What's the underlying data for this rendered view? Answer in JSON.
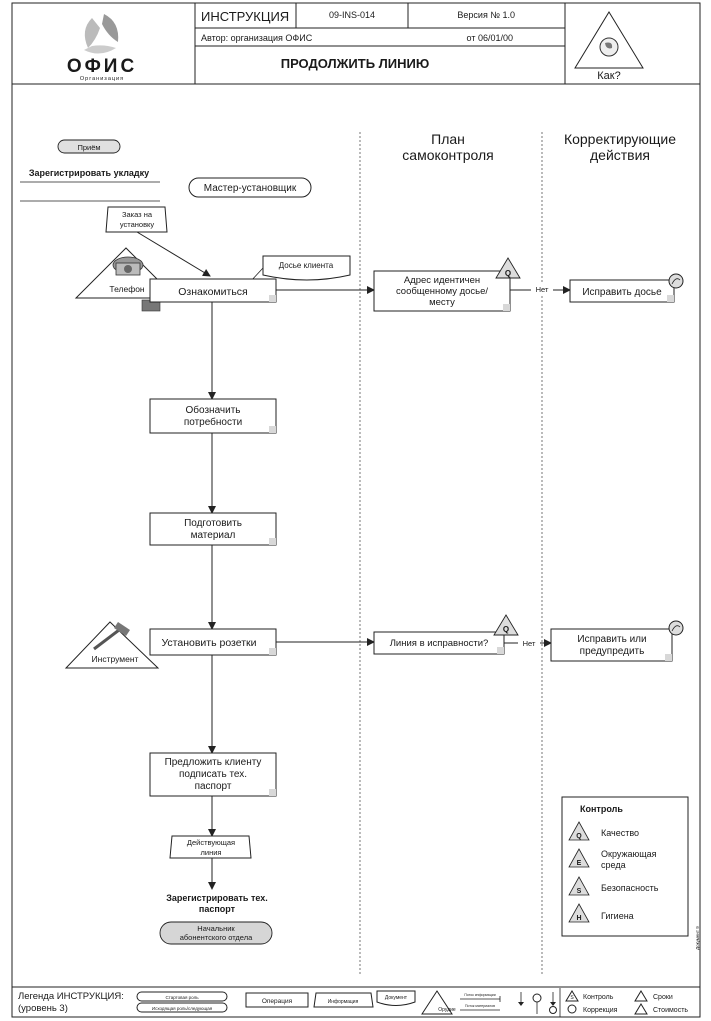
{
  "header": {
    "doc_type": "ИНСТРУКЦИЯ",
    "code": "09-INS-014",
    "version": "Версия № 1.0",
    "author": "Автор: организация ОФИС",
    "date": "от 06/01/00",
    "title": "ПРОДОЛЖИТЬ ЛИНИЮ",
    "logo_text": "ОФИС",
    "logo_sub": "Организация",
    "how_label": "Как?"
  },
  "columns": {
    "self_control_line1": "План",
    "self_control_line2": "самоконтроля",
    "corrective_line1": "Корректирующие",
    "corrective_line2": "действия"
  },
  "flow": {
    "start_event": "Приём",
    "register_laying": "Зарегистрировать укладку",
    "master_installer": "Мастер-установщик",
    "order_doc_line1": "Заказ на",
    "order_doc_line2": "установку",
    "client_file": "Досье клиента",
    "phone": "Телефон",
    "acquaint": "Ознакомиться",
    "check_address_line1": "Адрес идентичен",
    "check_address_line2": "сообщенному досье/",
    "check_address_line3": "месту",
    "no_label_1": "Нет",
    "fix_file": "Исправить досье",
    "needs_line1": "Обозначить",
    "needs_line2": "потребности",
    "prepare_line1": "Подготовить",
    "prepare_line2": "материал",
    "tool": "Инструмент",
    "install": "Установить розетки",
    "line_ok": "Линия в исправности?",
    "no_label_2": "Нет",
    "fix_or_warn_line1": "Исправить или",
    "fix_or_warn_line2": "предупредить",
    "offer_line1": "Предложить клиенту",
    "offer_line2": "подписать тех.",
    "offer_line3": "паспорт",
    "active_line_line1": "Действующая",
    "active_line_line2": "линия",
    "register_passport_line1": "Зарегистрировать тех.",
    "register_passport_line2": "паспорт",
    "head_office_line1": "Начальник",
    "head_office_line2": "абонентского отдела",
    "q_badge": "Q"
  },
  "control_legend": {
    "title": "Контроль",
    "items": [
      {
        "letter": "Q",
        "label_line1": "Качество",
        "label_line2": ""
      },
      {
        "letter": "E",
        "label_line1": "Окружающая",
        "label_line2": "среда"
      },
      {
        "letter": "S",
        "label_line1": "Безопасность",
        "label_line2": ""
      },
      {
        "letter": "H",
        "label_line1": "Гигиена",
        "label_line2": ""
      }
    ]
  },
  "footer": {
    "legend_title": "Легенда ИНСТРУКЦИЯ:",
    "level": "(уровень 3)",
    "start_event": "Стартовая роль",
    "other_role": "Исходящая роль/следующая",
    "operation": "Операция",
    "info": "Информация",
    "document": "Документ",
    "tool": "Орудие",
    "flow_info": "Поток информации",
    "flow_material": "Поток материалов",
    "control": "Контроль",
    "deadlines": "Сроки",
    "correction": "Коррекция",
    "cost": "Стоимость",
    "side_note": "Документ 9"
  },
  "colors": {
    "line": "#222222",
    "shade": "#d8d8d8",
    "paper": "#ffffff"
  }
}
